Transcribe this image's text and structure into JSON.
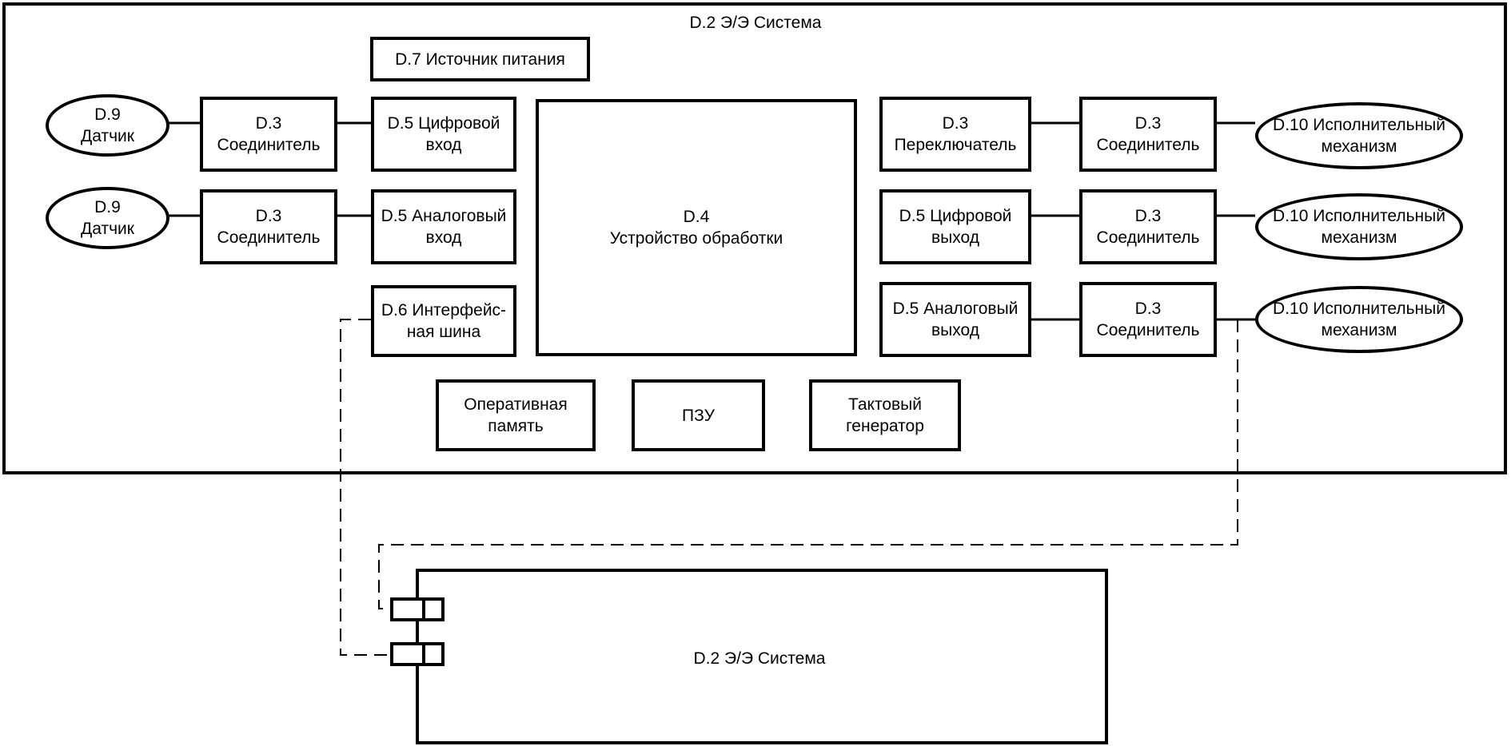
{
  "system_top": {
    "title": "D.2 Э/Э Система"
  },
  "system_bottom": {
    "title": "D.2 Э/Э Система"
  },
  "power_supply": "D.7 Источник питания",
  "processor": "D.4\nУстройство обработки",
  "memory": {
    "ram": "Оперативная\nпамять",
    "rom": "ПЗУ",
    "clock": "Тактовый\nгенератор"
  },
  "inputs": [
    {
      "sensor": "D.9\nДатчик",
      "connector": "D.3\nСоединитель",
      "interface": "D.5 Цифровой\nвход"
    },
    {
      "sensor": "D.9\nДатчик",
      "connector": "D.3\nСоединитель",
      "interface": "D.5 Аналоговый\nвход"
    }
  ],
  "bus": "D.6 Интерфейс-\nная шина",
  "outputs": [
    {
      "interface": "D.3\nПереключатель",
      "connector": "D.3\nСоединитель",
      "actuator": "D.10 Исполнительный\nмеханизм"
    },
    {
      "interface": "D.5 Цифровой\nвыход",
      "connector": "D.3\nСоединитель",
      "actuator": "D.10 Исполнительный\nмеханизм"
    },
    {
      "interface": "D.5 Аналоговый\nвыход",
      "connector": "D.3\nСоединитель",
      "actuator": "D.10 Исполнительный\nмеханизм"
    }
  ]
}
